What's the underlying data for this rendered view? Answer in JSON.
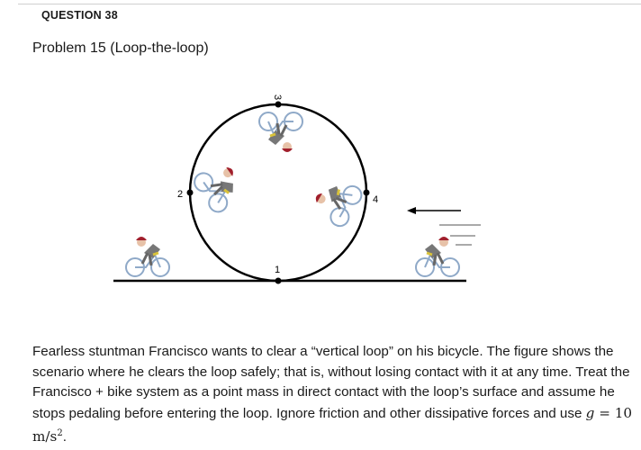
{
  "question": {
    "header": "QUESTION 38",
    "problem_title": "Problem 15 (Loop-the-loop)"
  },
  "figure": {
    "point_labels": [
      "1",
      "2",
      "3",
      "4"
    ]
  },
  "body": {
    "paragraph": "Fearless stuntman Francisco wants to clear a “vertical loop” on his bicycle. The figure shows the scenario where he clears the loop safely; that is, without losing contact with it at any time. Treat the Francisco + bike system as a point mass in direct contact with the loop’s surface and assume he stops pedaling before entering the loop. Ignore friction and other dissipative forces and use ",
    "g_symbol": "g",
    "equals": " = 10 m/s",
    "exponent": "2",
    "end": "."
  }
}
